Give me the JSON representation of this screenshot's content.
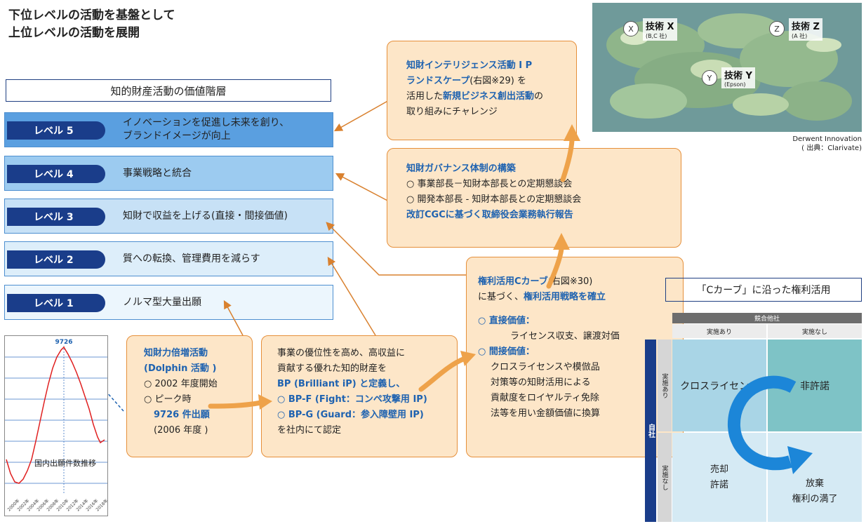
{
  "headline": {
    "line1": "下位レベルの活動を基盤として",
    "line2": "上位レベルの活動を展開"
  },
  "hierarchy": {
    "title": "知的財産活動の価値階層",
    "levels": [
      {
        "tag": "レベル 5",
        "desc1": "イノベーションを促進し未来を創り、",
        "desc2": "ブランドイメージが向上",
        "fill": "#5a9fe0"
      },
      {
        "tag": "レベル 4",
        "desc1": "事業戦略と統合",
        "desc2": "",
        "fill": "#9ccbf0"
      },
      {
        "tag": "レベル 3",
        "desc1": "知財で収益を上げる(直接・間接価値)",
        "desc2": "",
        "fill": "#c7e1f6"
      },
      {
        "tag": "レベル 2",
        "desc1": "質への転換、管理費用を減らす",
        "desc2": "",
        "fill": "#ddeefa"
      },
      {
        "tag": "レベル 1",
        "desc1": "ノルマ型大量出願",
        "desc2": "",
        "fill": "#ecf6fd"
      }
    ]
  },
  "ip_landscape_box": {
    "line1": "知財インテリジェンス活動 I P",
    "line2a": "ランドスケープ",
    "line2b": "(右図※29) を",
    "line3a": "活用した",
    "line3b": "新規ビジネス創出活動",
    "line3c": "の",
    "line4": "取り組みにチャレンジ"
  },
  "governance_box": {
    "title": "知財ガバナンス体制の構築",
    "line1": "○ 事業部長－知財本部長との定期懇談会",
    "line2": "○ 開発本部長 - 知財本部長との定期懇談会",
    "line3": "改訂CGCに基づく取締役会業務執行報告"
  },
  "ccurve_box": {
    "line1a": "権利活用Cカーブ",
    "line1b": "(右図※30)",
    "line2a": "に基づく、",
    "line2b": "権利活用戦略を確立",
    "direct_title": "○ 直接価値：",
    "direct_text": "ライセンス収支、譲渡対価",
    "indirect_title": "○ 間接価値：",
    "indirect_1": "クロスライセンスや模倣品",
    "indirect_2": "対策等の知財活用による",
    "indirect_3": "貢献度をロイヤルティ免除",
    "indirect_4": "法等を用い金額価値に換算"
  },
  "dolphin_box": {
    "title1": "知財力倍増活動",
    "title2": "(Dolphin 活動 )",
    "line1": "○ 2002 年度開始",
    "line2": "○ ピーク時",
    "line3": "9726 件出願",
    "line4": "(2006 年度 )"
  },
  "bp_box": {
    "line1": "事業の優位性を高め、高収益に",
    "line2": "貢献する優れた知的財産を",
    "line3": "BP (Brilliant iP) と定義し、",
    "line4": "○ BP-F (Fight：コンペ攻撃用 IP)",
    "line5": "○ BP-G (Guard：参入障壁用 IP)",
    "line6": "を社内にて認定"
  },
  "filings_chart": {
    "peak_label": "9726",
    "caption": "国内出願件数推移",
    "x_tick_labels": [
      "2000年",
      "2002年",
      "2004年",
      "2006年",
      "2008年",
      "2010年",
      "2012年",
      "2014年",
      "2016年",
      "2018年"
    ]
  },
  "landscape_map": {
    "x_letter": "X",
    "x_label": "技術 X",
    "x_sub": "(B,C 社)",
    "y_letter": "Y",
    "y_label": "技術 Y",
    "y_sub": "(Epson)",
    "z_letter": "Z",
    "z_label": "技術 Z",
    "z_sub": "(A 社)",
    "caption1": "Derwent Innovation",
    "caption2": "( 出典：Clarivate)"
  },
  "c_curve_panel": {
    "title": "「Cカーブ」に沿った権利活用",
    "competitor": "競合他社",
    "col_yes": "実施あり",
    "col_no": "実施なし",
    "self": "自社",
    "row_yes": "実施あり",
    "row_no": "実施なし",
    "q_cross": "クロスライセンス",
    "q_nonlicense": "非許諾",
    "q_sell1": "売却",
    "q_sell2": "許諾",
    "q_abandon1": "放棄",
    "q_abandon2": "権利の満了"
  },
  "colors": {
    "navy": "#1a3d8a",
    "orange_border": "#e58f3a",
    "orange_fill": "#fde6c8",
    "blue_text": "#1e62b0",
    "chart_line": "#e02020"
  }
}
